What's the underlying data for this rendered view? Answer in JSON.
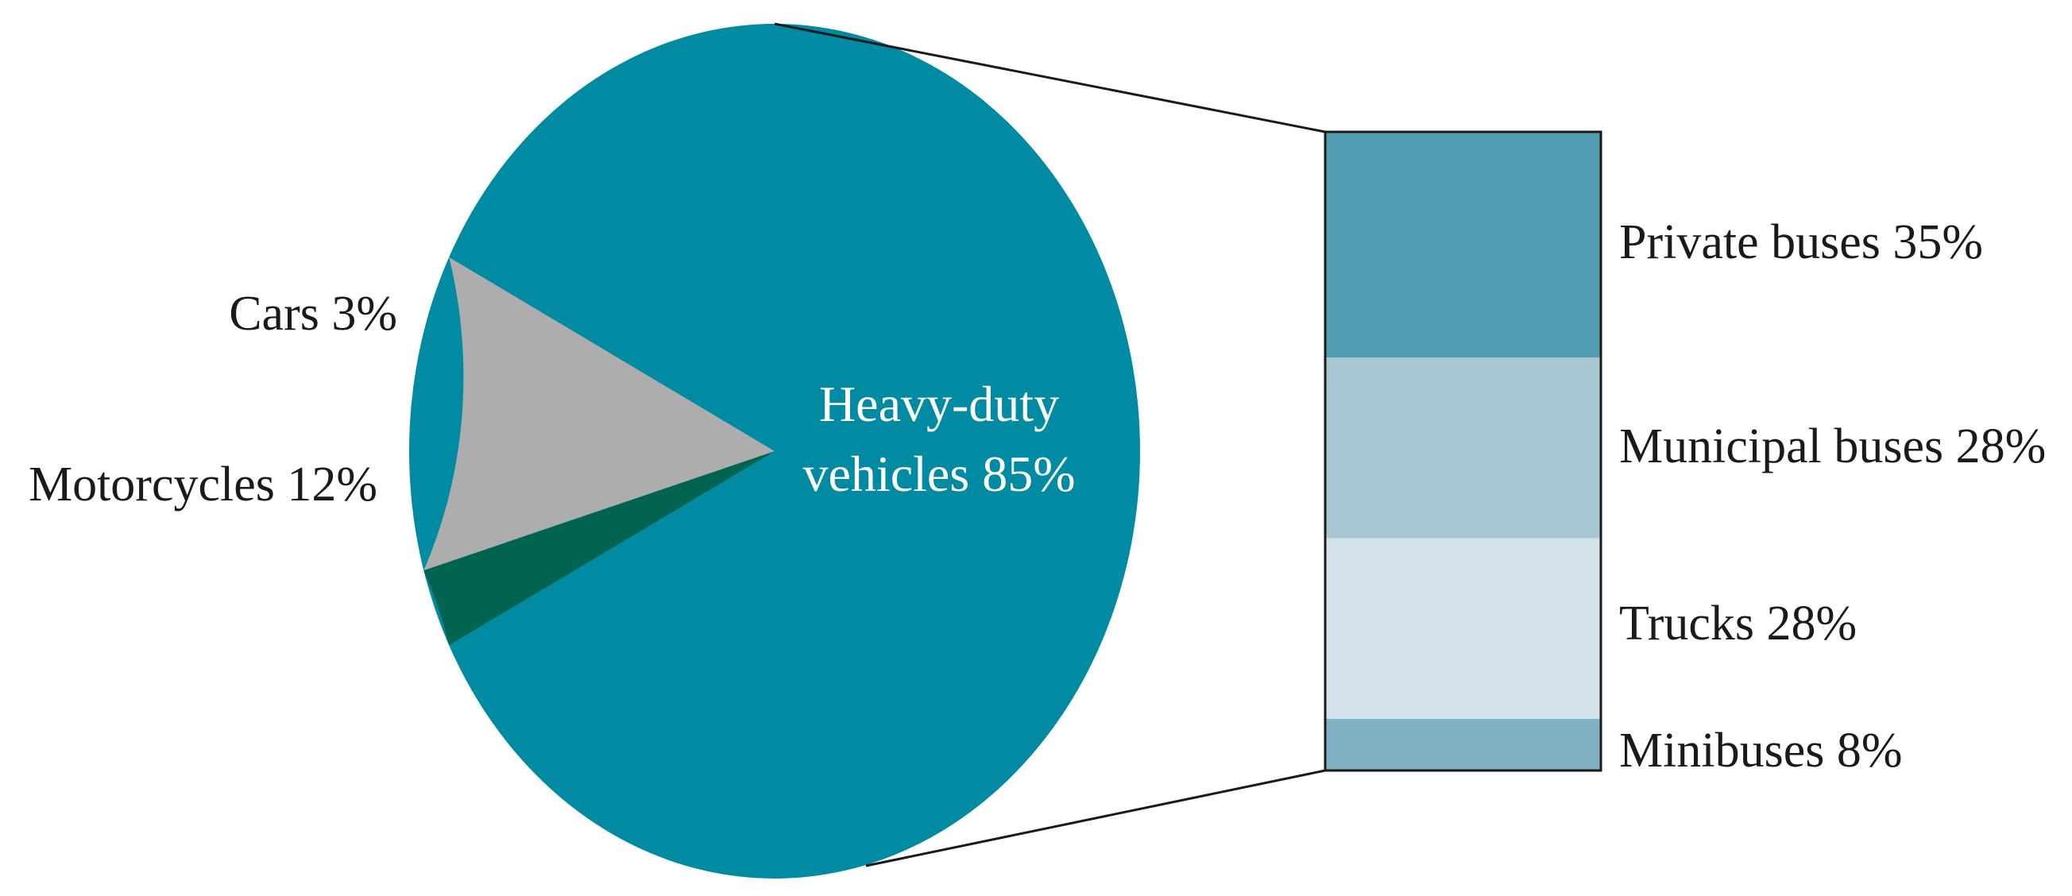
{
  "colors": {
    "heavy_duty": "#008ba3",
    "cars": "#006450",
    "motorcycles": "#adadad",
    "private_buses": "#519db2",
    "municipal_buses": "#a9c7d2",
    "trucks": "#d3e2e9",
    "minibuses": "#80b2c3",
    "connector": "#1a1a1a"
  },
  "chart_data": {
    "type": "pie",
    "subtype": "bar-of-pie",
    "pie": {
      "slices": [
        {
          "key": "heavy_duty",
          "label_lines": [
            "Heavy-duty",
            "vehicles 85%"
          ],
          "value": 85
        },
        {
          "key": "cars",
          "label": "Cars 3%",
          "value": 3
        },
        {
          "key": "motorcycles",
          "label": "Motorcycles 12%",
          "value": 12
        }
      ]
    },
    "breakdown": {
      "of": "heavy_duty",
      "segments": [
        {
          "key": "private_buses",
          "label": "Private buses 35%",
          "value": 35
        },
        {
          "key": "municipal_buses",
          "label": "Municipal buses 28%",
          "value": 28
        },
        {
          "key": "trucks",
          "label": "Trucks 28%",
          "value": 28
        },
        {
          "key": "minibuses",
          "label": "Minibuses 8%",
          "value": 8
        }
      ]
    }
  }
}
